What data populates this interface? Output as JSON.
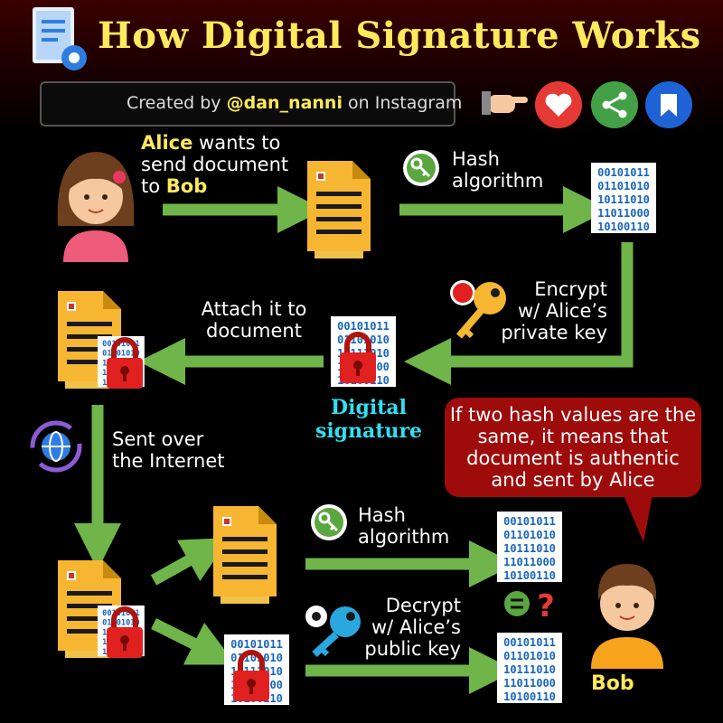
{
  "title": "How Digital Signature Works",
  "credit": {
    "prefix": "Created by",
    "handle": "@dan_nanni",
    "suffix": "on Instagram"
  },
  "share_icons": [
    "pointing-hand-icon",
    "heart-icon",
    "share-icon",
    "bookmark-icon"
  ],
  "steps": {
    "alice_line1_name": "Alice",
    "alice_line1_rest": " wants to",
    "alice_line2": "send document",
    "alice_line3_prefix": "to ",
    "alice_line3_name": "Bob",
    "hash_top_line1": "Hash",
    "hash_top_line2": "algorithm",
    "encrypt_line1": "Encrypt",
    "encrypt_line2": "w/ Alice’s",
    "encrypt_line3": "private key",
    "attach_line1": "Attach it to",
    "attach_line2": "document",
    "digital_signature_line1": "Digital",
    "digital_signature_line2": "signature",
    "sent_line1": "Sent  over",
    "sent_line2": "the Internet",
    "hash_bottom_line1": "Hash",
    "hash_bottom_line2": "algorithm",
    "decrypt_line1": "Decrypt",
    "decrypt_line2": "w/ Alice’s",
    "decrypt_line3": "public key",
    "callout": "If two hash values are the same, it means that document is authentic and sent by Alice",
    "bob": "Bob"
  },
  "binary_block": [
    "00101011",
    "01101010",
    "10111010",
    "11011000",
    "10100110"
  ],
  "colors": {
    "title": "#ffe95c",
    "arrow": "#6fb54a",
    "document": "#f7b632",
    "lock": "#e0211f",
    "binary": "#1565c0",
    "digital_signature": "#31e0f0",
    "callout": "#9e0b0b"
  }
}
